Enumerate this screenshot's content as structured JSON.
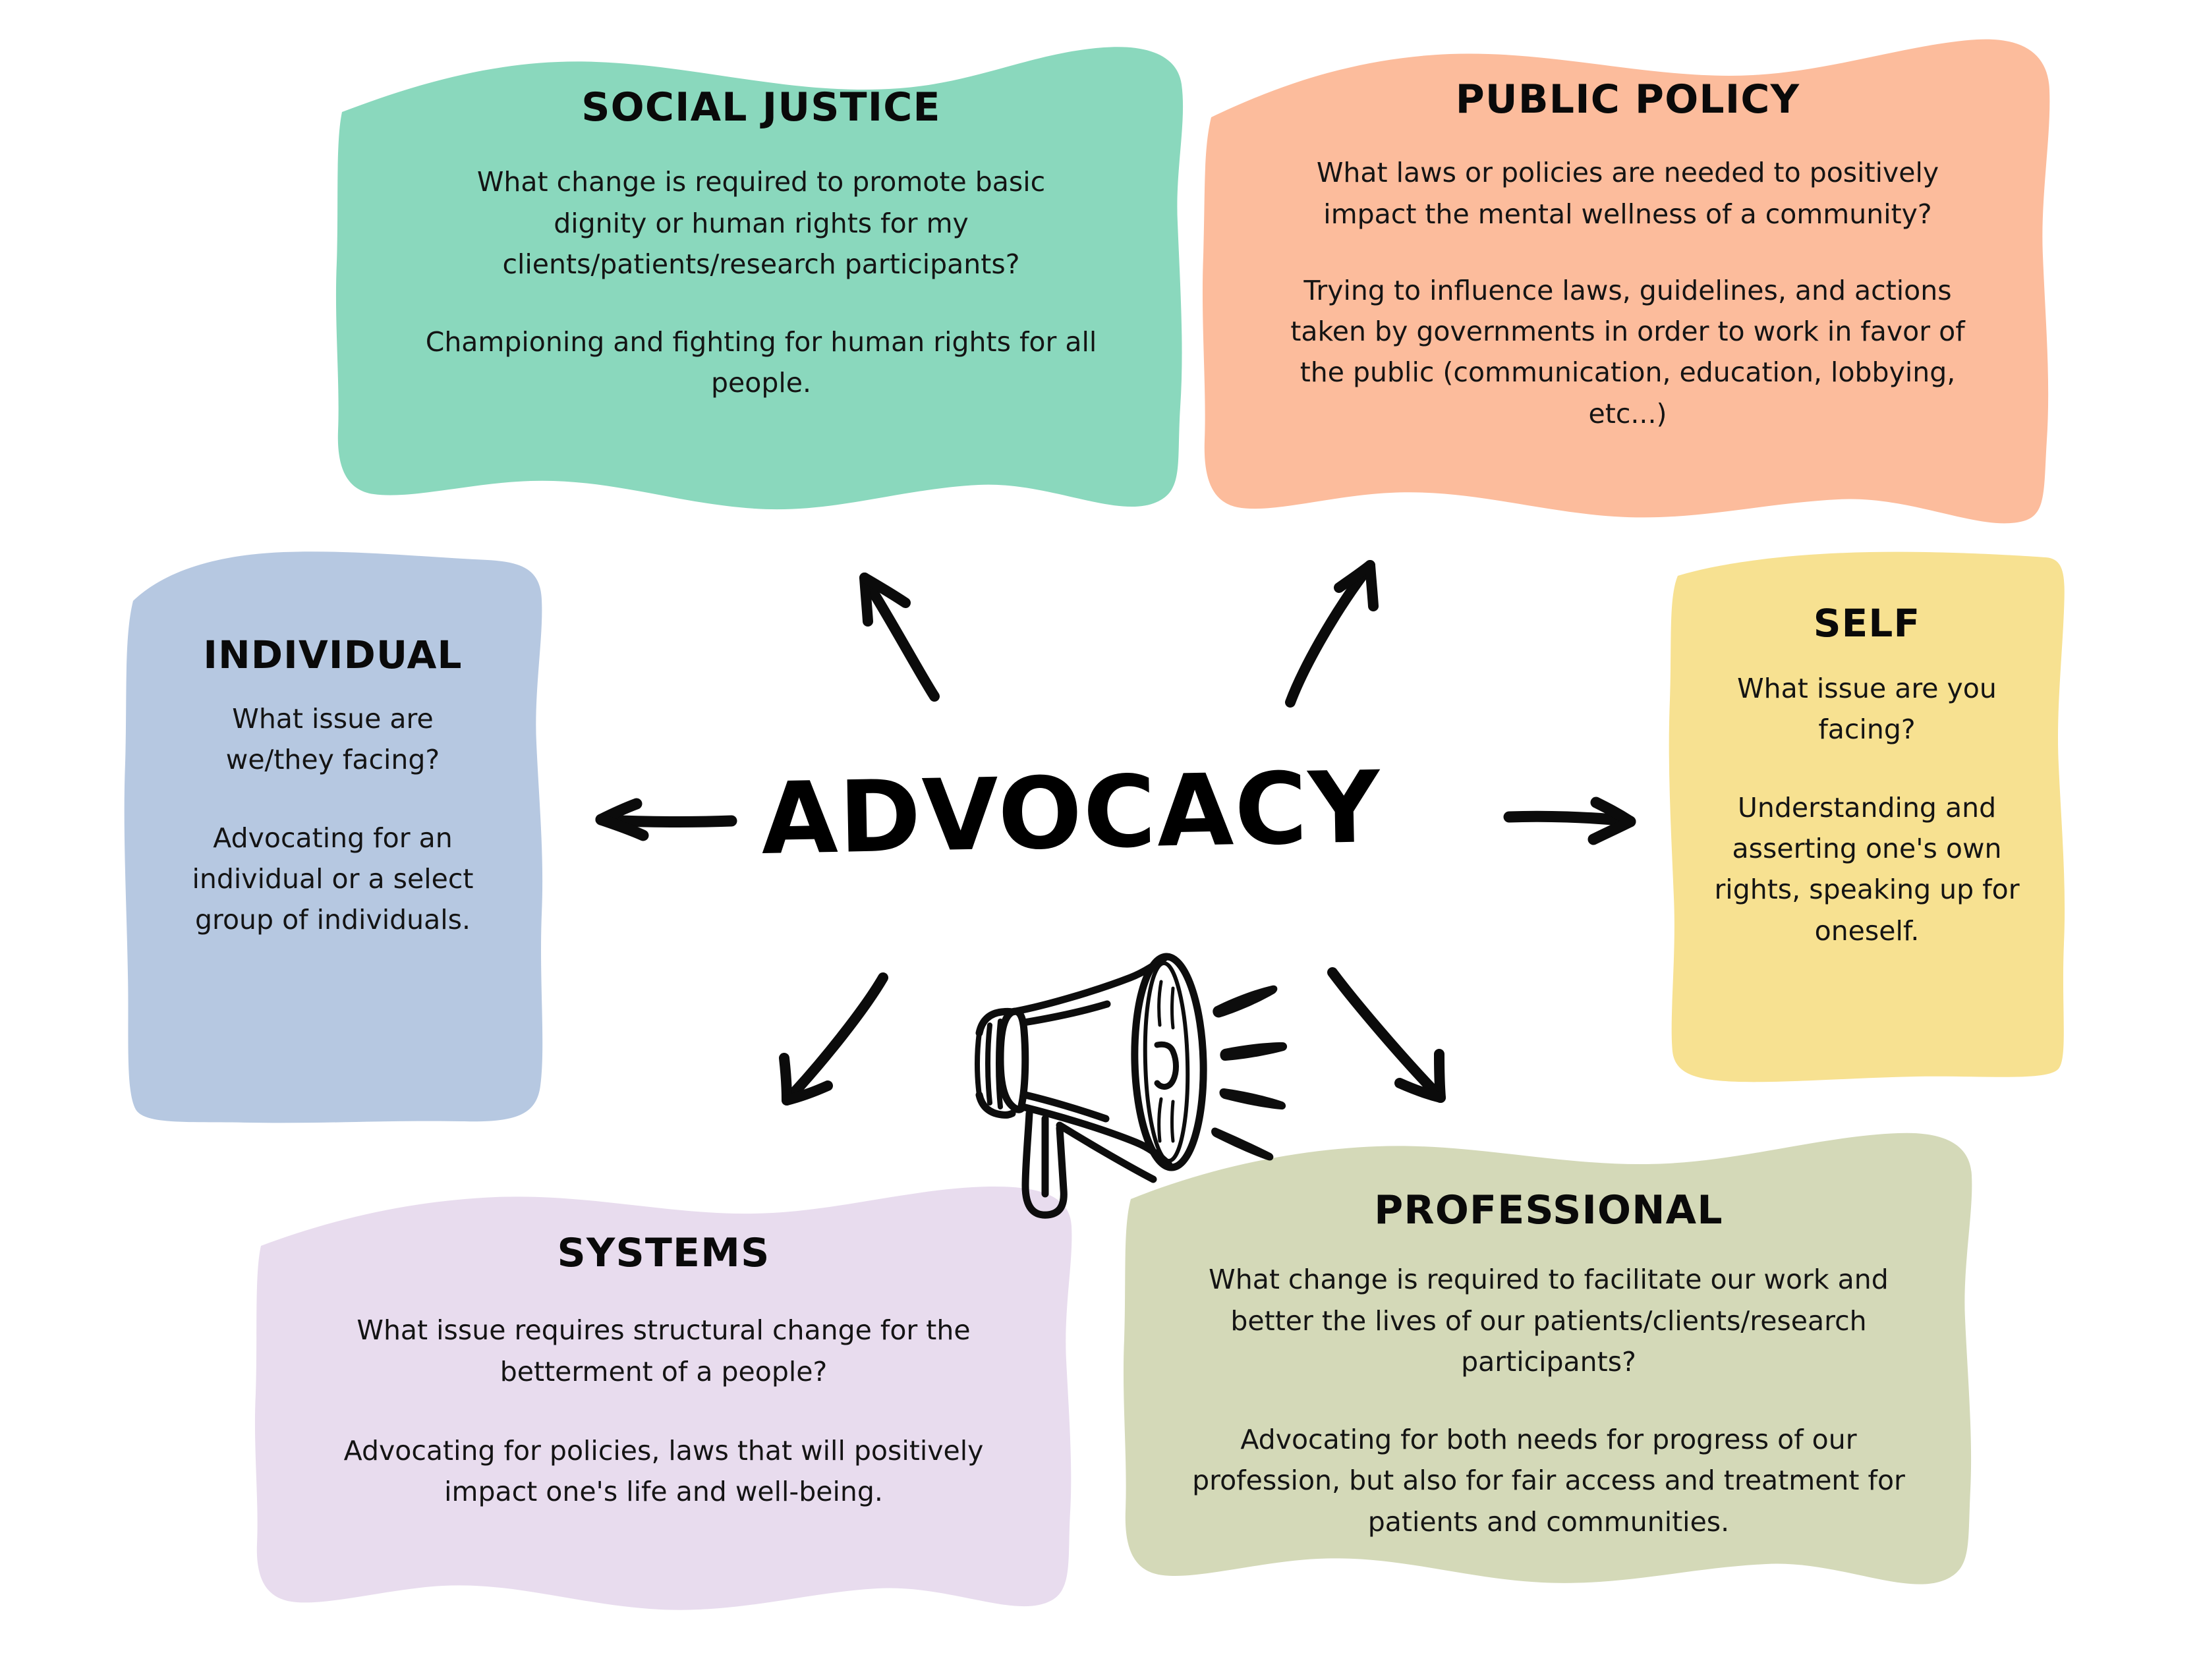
{
  "center": {
    "word": "ADVOCACY",
    "icon": "megaphone-icon"
  },
  "colors": {
    "social_justice": "#8AD8BD",
    "public_policy": "#FCBC9C",
    "individual": "#B6C8E1",
    "self": "#F7E191",
    "systems": "#E8DCEE",
    "professional": "#D4D9B8",
    "ink": "#111111",
    "background": "#FFFFFF"
  },
  "cards": {
    "social_justice": {
      "title": "SOCIAL JUSTICE",
      "question": "What change is required to promote basic dignity or human rights for my clients/patients/research participants?",
      "definition": "Championing and fighting for human rights for all people."
    },
    "public_policy": {
      "title": "PUBLIC POLICY",
      "question": "What laws or policies are needed to positively impact the mental wellness of a community?",
      "definition": "Trying to influence laws, guidelines, and actions taken by governments in order to work in favor of the public (communication, education, lobbying, etc...)"
    },
    "individual": {
      "title": "INDIVIDUAL",
      "question": "What issue are we/they facing?",
      "definition": "Advocating for an individual or a select group of individuals."
    },
    "self": {
      "title": "SELF",
      "question": "What issue are you facing?",
      "definition": "Understanding and asserting one's own rights, speaking up for oneself."
    },
    "systems": {
      "title": "SYSTEMS",
      "question": "What issue requires structural change for the betterment of a people?",
      "definition": "Advocating for policies, laws that will positively impact one's life and well-being."
    },
    "professional": {
      "title": "PROFESSIONAL",
      "question": "What change is required to facilitate our work and better the lives of our patients/clients/research participants?",
      "definition": "Advocating for both needs for progress of our profession, but also for fair access and treatment for patients and communities."
    }
  },
  "arrows": [
    {
      "name": "arrow-up-left-to-social-justice",
      "direction": "up-left"
    },
    {
      "name": "arrow-up-right-to-public-policy",
      "direction": "up-right"
    },
    {
      "name": "arrow-left-to-individual",
      "direction": "left"
    },
    {
      "name": "arrow-right-to-self",
      "direction": "right"
    },
    {
      "name": "arrow-down-left-to-systems",
      "direction": "down-left"
    },
    {
      "name": "arrow-down-right-to-professional",
      "direction": "down-right"
    }
  ]
}
